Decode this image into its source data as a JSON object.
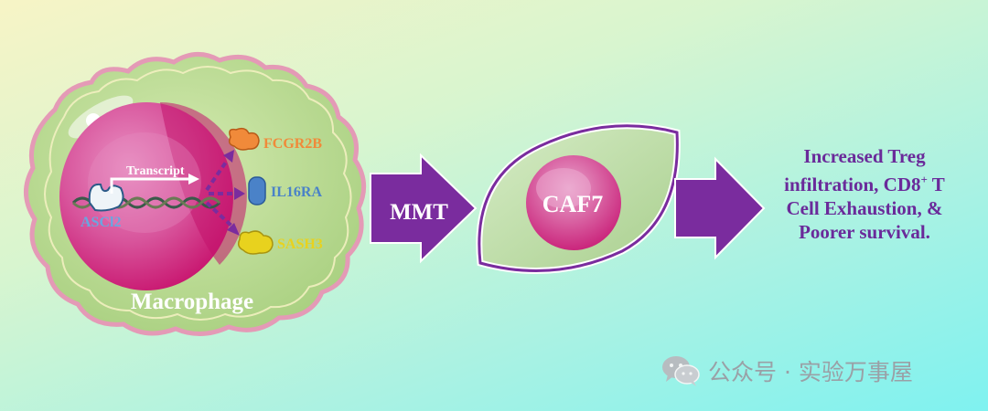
{
  "labels": {
    "transcript": "Transcript",
    "gene": "ASCl2",
    "cell": "Macrophage",
    "targets": [
      "FCGR2B",
      "IL16RA",
      "SASH3"
    ],
    "transition": "MMT",
    "caf": "CAF7"
  },
  "outcome": {
    "line1": "Increased Treg",
    "line2a": "infiltration, CD8",
    "line2sup": "+",
    "line2b": " T",
    "line3": "Cell Exhaustion, &",
    "line4": "Poorer survival."
  },
  "watermark": {
    "text": "公众号 · 实验万事屋",
    "icon": "wechat-icon"
  },
  "colors": {
    "macrophage_body": "#b7d98e",
    "macrophage_border": "#e49ab6",
    "nucleus": "#d4287e",
    "arrow": "#7a2c9e",
    "caf_body": "#b6d8a1",
    "caf_border": "#7a2c9e",
    "fcgr2b": "#f08a3a",
    "il16ra": "#4a82c8",
    "sash3": "#e8d21e",
    "outcome_text": "#6a2a9a"
  }
}
